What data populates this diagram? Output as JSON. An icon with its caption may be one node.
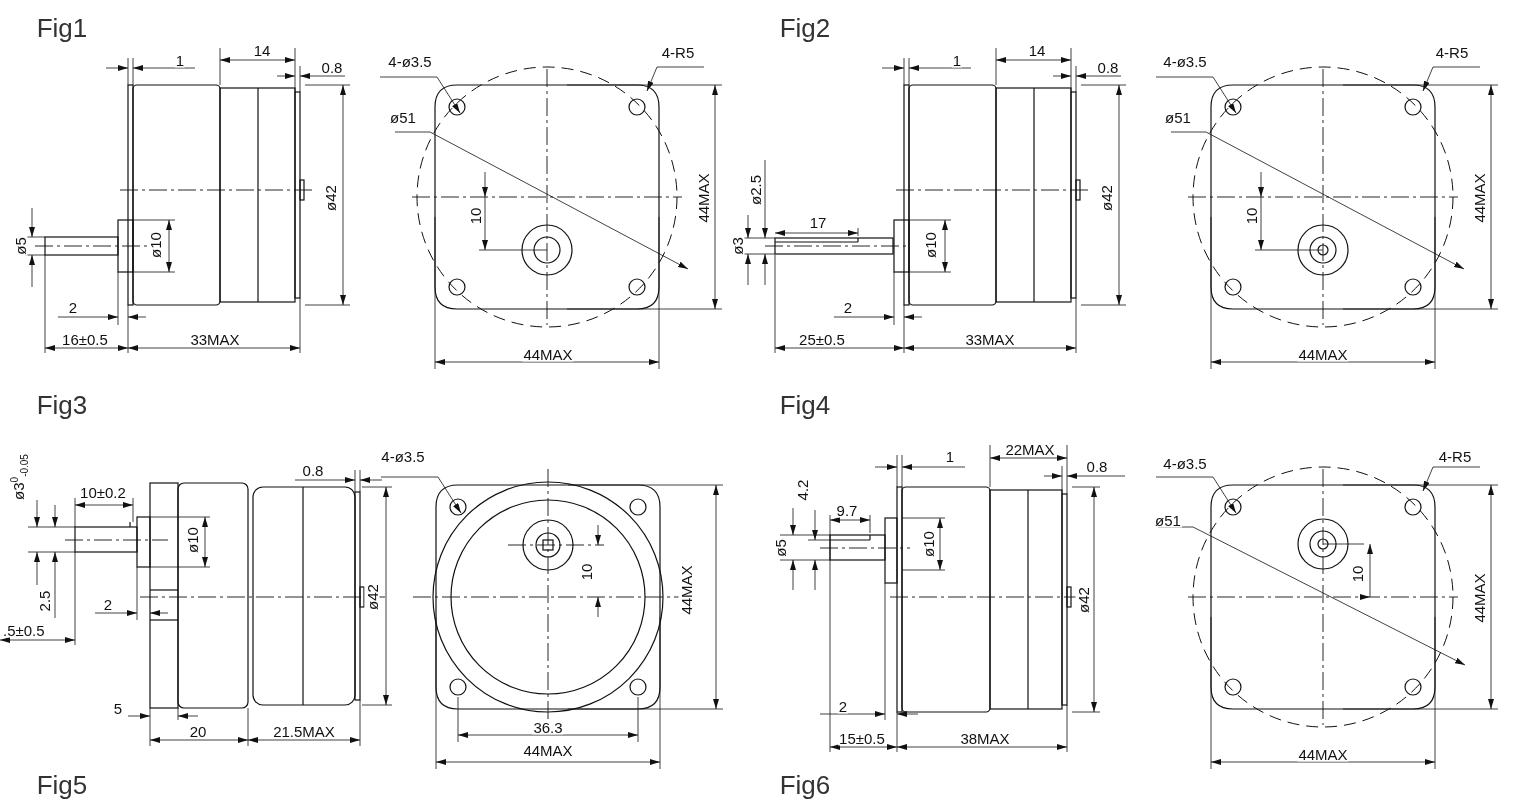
{
  "diagram": {
    "labels": [
      "Fig1",
      "1",
      "14",
      "0.8",
      "4-ø3.5",
      "4-R5",
      "ø51",
      "ø42",
      "44MAX",
      "10",
      "ø5",
      "ø10",
      "2",
      "16±0.5",
      "33MAX",
      "44MAX",
      "Fig2",
      "1",
      "14",
      "0.8",
      "4-ø3.5",
      "4-R5",
      "ø51",
      "ø2.5",
      "ø42",
      "44MAX",
      "17",
      "ø3",
      "ø10",
      "10",
      "2",
      "25±0.5",
      "33MAX",
      "44MAX",
      "Fig3",
      "Fig4",
      "4-ø3.5",
      "0.8",
      "ø3$^{0}$$_{-0.05}$",
      "10±0.2",
      "ø10",
      "10",
      "44MAX",
      "2.5",
      "ø42",
      "2",
      ".5±0.5",
      "5",
      "20",
      "21.5MAX",
      "36.3",
      "44MAX",
      "Fig5",
      "22MAX",
      "1",
      "4-ø3.5",
      "4-R5",
      "0.8",
      "4.2",
      "9.7",
      "ø51",
      "ø5",
      "ø10",
      "10",
      "ø42",
      "44MAX",
      "2",
      "15±0.5",
      "38MAX",
      "44MAX",
      "Fig6"
    ]
  }
}
